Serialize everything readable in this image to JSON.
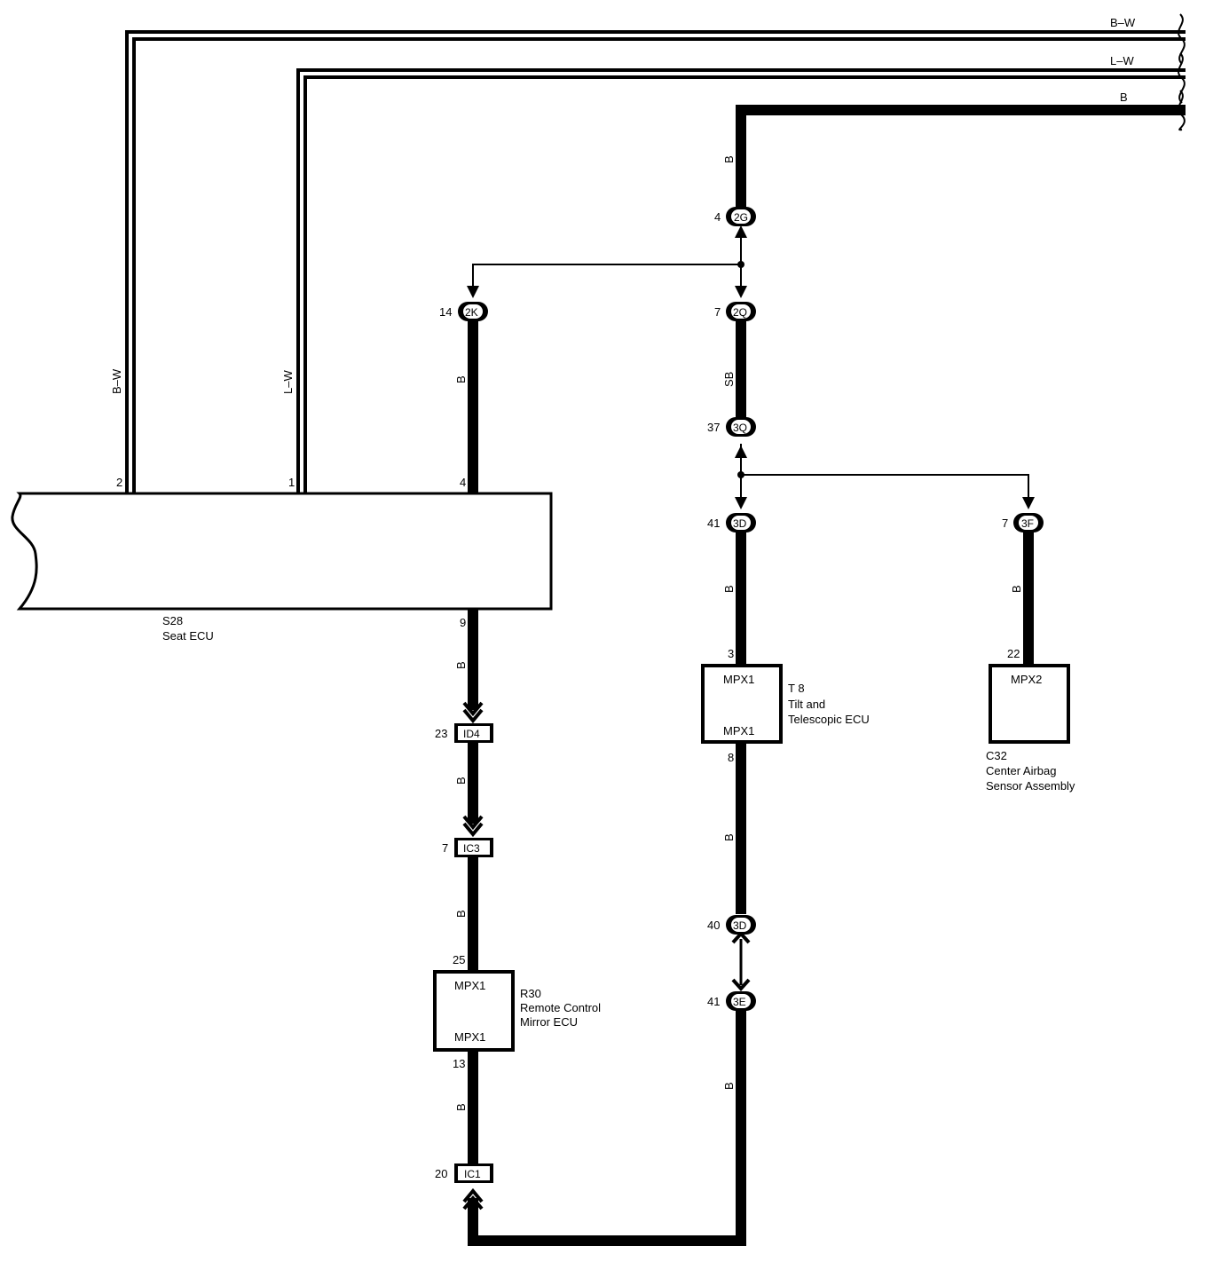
{
  "diagram": {
    "top_wires": [
      {
        "id": "bw",
        "label": "B–W"
      },
      {
        "id": "lw",
        "label": "L–W"
      },
      {
        "id": "b",
        "label": "B"
      }
    ],
    "seat_ecu": {
      "code": "S28",
      "name": "Seat ECU",
      "pins": [
        "2",
        "1",
        "4",
        "9"
      ]
    },
    "seat_wire_labels": {
      "bw": "B–W",
      "lw": "L–W",
      "b": "B"
    },
    "connectors": {
      "c2g": {
        "code": "2G",
        "pin": "4"
      },
      "c2k": {
        "code": "2K",
        "pin": "14"
      },
      "c2q": {
        "code": "2Q",
        "pin": "7"
      },
      "c3q": {
        "code": "3Q",
        "pin": "37"
      },
      "c3d_top": {
        "code": "3D",
        "pin": "41"
      },
      "c3f": {
        "code": "3F",
        "pin": "7"
      },
      "c3d_bottom": {
        "code": "3D",
        "pin": "40"
      },
      "c3e": {
        "code": "3E",
        "pin": "41"
      },
      "id4": {
        "code": "ID4",
        "pin": "23"
      },
      "ic3": {
        "code": "IC3",
        "pin": "7"
      },
      "ic1": {
        "code": "IC1",
        "pin": "20"
      }
    },
    "wire_colors": {
      "main_vertical_top": "B",
      "left_2k": "B",
      "mid_2q_3q": "SB",
      "mid_3d_t8": "B",
      "right_3f": "B",
      "seat_to_id4": "B",
      "id4_to_ic3": "B",
      "ic3_to_r30": "B",
      "r30_to_ic1": "B",
      "t8_to_3d": "B",
      "c3e_down": "B"
    },
    "r30": {
      "code": "R30",
      "name_line1": "Remote Control",
      "name_line2": "Mirror ECU",
      "top_label": "MPX1",
      "bottom_label": "MPX1",
      "pin_top": "25",
      "pin_bottom": "13"
    },
    "t8": {
      "code": "T 8",
      "name_line1": "Tilt and",
      "name_line2": "Telescopic ECU",
      "top_label": "MPX1",
      "bottom_label": "MPX1",
      "pin_top": "3",
      "pin_bottom": "8"
    },
    "c32": {
      "code": "C32",
      "name_line1": "Center Airbag",
      "name_line2": "Sensor Assembly",
      "top_label": "MPX2",
      "pin_top": "22"
    }
  }
}
